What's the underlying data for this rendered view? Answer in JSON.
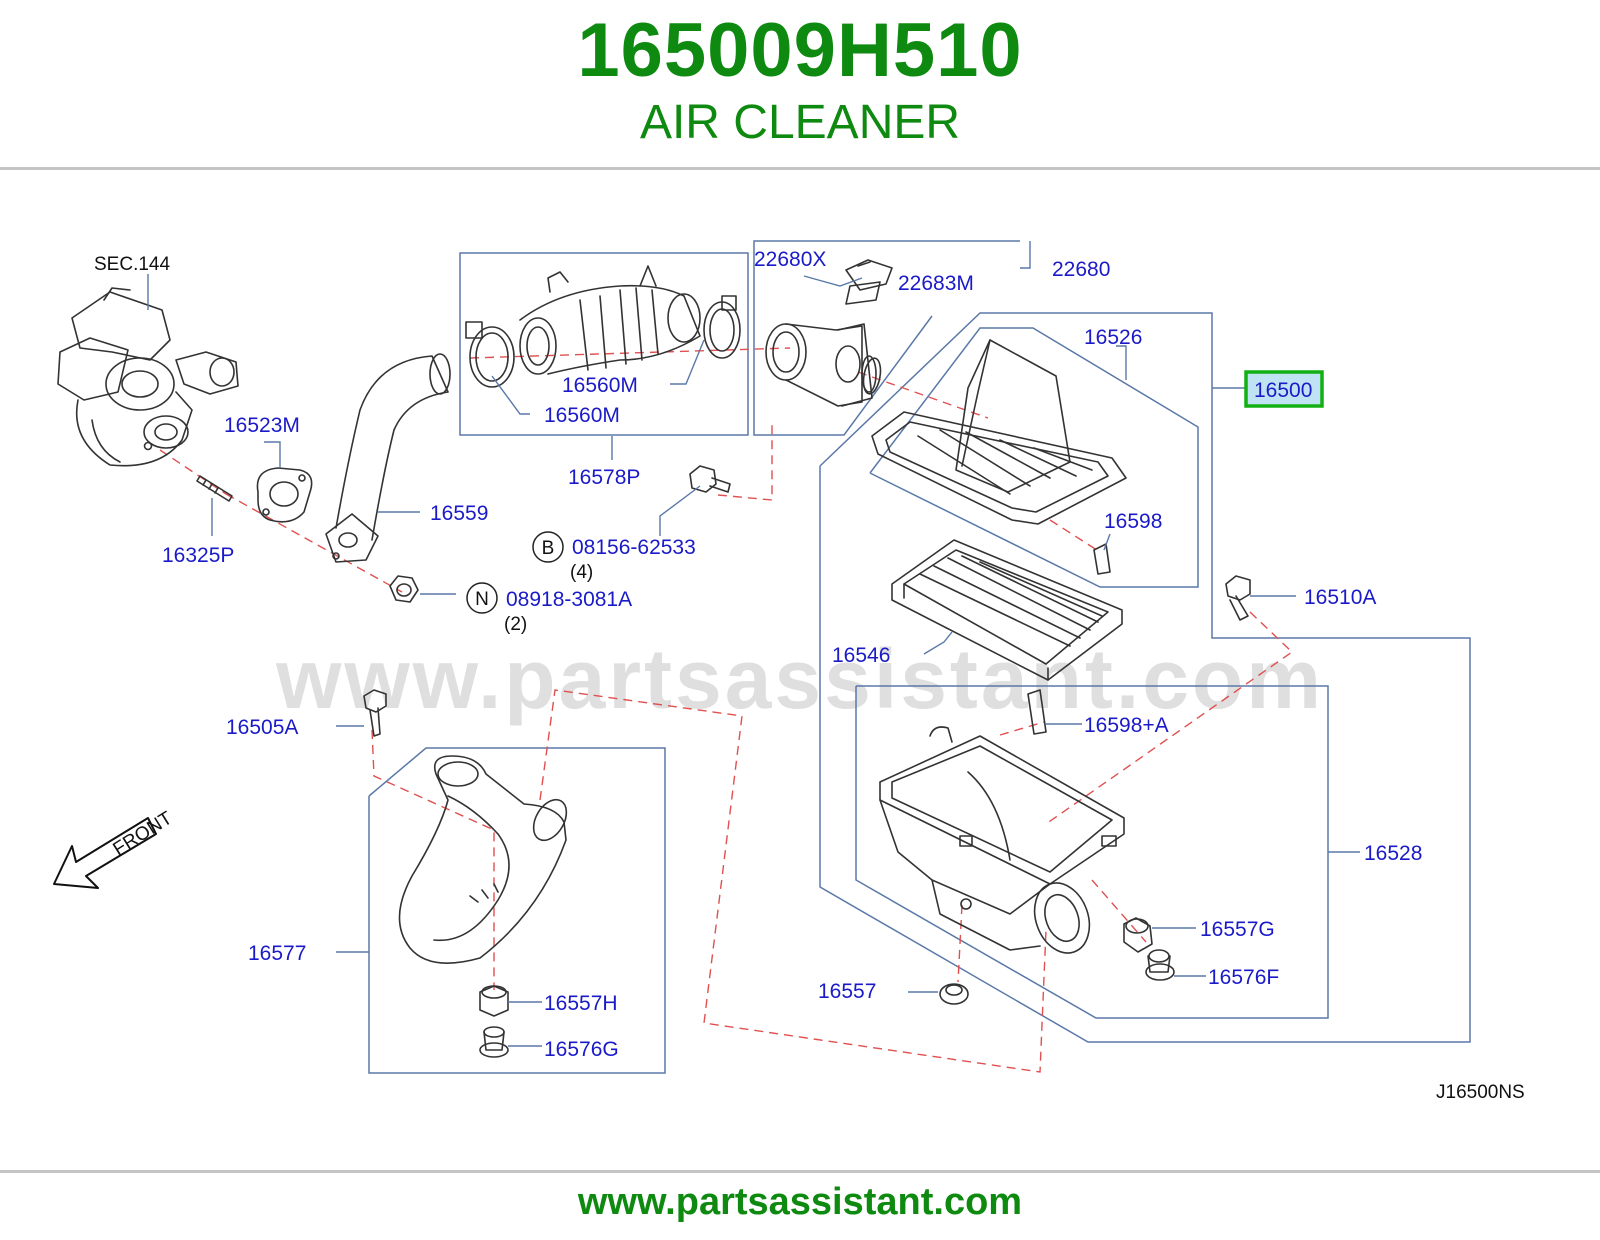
{
  "header": {
    "part_number": "165009H510",
    "title": "AIR CLEANER"
  },
  "watermark": "www.partsassistant.com",
  "footer": {
    "url": "www.partsassistant.com"
  },
  "diagram": {
    "code": "J16500NS",
    "front_label": "FRONT",
    "section_ref": "SEC.144",
    "highlighted_part": "16500",
    "callouts": {
      "p16500": "16500",
      "p16526": "16526",
      "p16598": "16598",
      "p16546": "16546",
      "p16510A": "16510A",
      "p16598A": "16598+A",
      "p16528": "16528",
      "p16557G": "16557G",
      "p16576F": "16576F",
      "p16557": "16557",
      "p22680X": "22680X",
      "p22683M": "22683M",
      "p22680": "22680",
      "p16560M_a": "16560M",
      "p16560M_b": "16560M",
      "p16578P": "16578P",
      "p16523M": "16523M",
      "p16559": "16559",
      "p16325P": "16325P",
      "p08156": "08156-62533",
      "p08156_qty": "(4)",
      "p08918": "08918-3081A",
      "p08918_qty": "(2)",
      "p16505A": "16505A",
      "p16577": "16577",
      "p16557H": "16557H",
      "p16576G": "16576G"
    },
    "fastener_marks": {
      "bolt": "B",
      "nut": "N"
    }
  },
  "colors": {
    "brand_green": "#0f8a10",
    "callout_blue": "#1a1ac8",
    "frame_blue": "#5a78a8",
    "dashed_red": "#e05050",
    "highlight_fill": "#bfe3f2",
    "highlight_border": "#12b012"
  }
}
